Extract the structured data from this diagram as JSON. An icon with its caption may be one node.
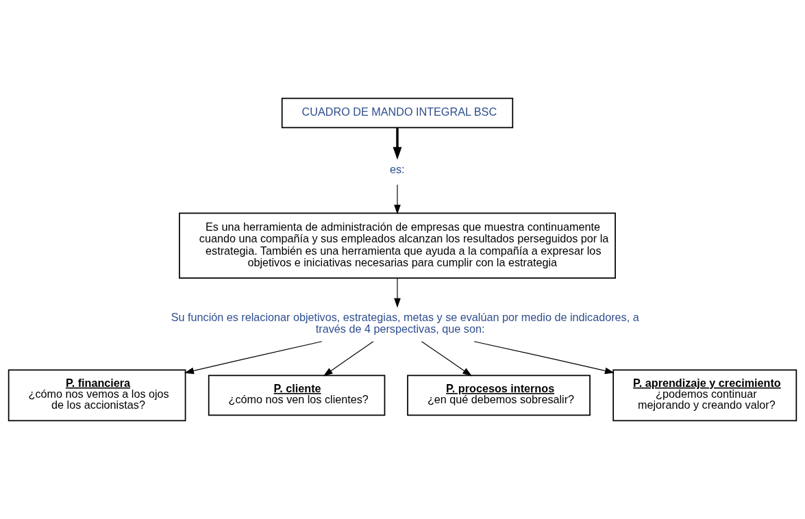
{
  "diagram": {
    "nodes": [
      {
        "text": [
          "CUADRO DE MANDO INTEGRAL BSC"
        ]
      },
      {
        "text": [
          "es:"
        ]
      },
      {
        "text": [
          "Es una herramienta de administración de empresas que muestra continuamente cuando una compañía y sus empleados alcanzan los resultados perseguidos por la estrategia. También es una herramienta que ayuda a la compañía a expresar los objetivos e iniciativas necesarias para cumplir con la estrategia"
        ]
      },
      {
        "text": [
          "Su función es relacionar objetivos, estrategias, metas y se evalúan por medio de indicadores, a través de 4 perspectivas, que son:"
        ]
      },
      {
        "text": [
          "P. financiera",
          "¿cómo nos vemos a los ojos de los accionistas?"
        ]
      },
      {
        "text": [
          "P. cliente",
          "¿cómo nos ven los clientes?"
        ]
      },
      {
        "text": [
          "P. procesos internos",
          "¿en qué debemos sobresalir?"
        ]
      },
      {
        "text": [
          "P. aprendizaje y crecimiento",
          "¿podemos continuar mejorando y creando valor?"
        ]
      }
    ],
    "edges": [
      {
        "from": 0,
        "to": 1,
        "arrow": "to",
        "style": "thick"
      },
      {
        "from": 1,
        "to": 2,
        "arrow": "to"
      },
      {
        "from": 2,
        "to": 3,
        "arrow": "to"
      },
      {
        "from": 3,
        "to": 4,
        "arrow": "to"
      },
      {
        "from": 3,
        "to": 5,
        "arrow": "to"
      },
      {
        "from": 3,
        "to": 6,
        "arrow": "to"
      },
      {
        "from": 3,
        "to": 7,
        "arrow": "to"
      }
    ]
  }
}
